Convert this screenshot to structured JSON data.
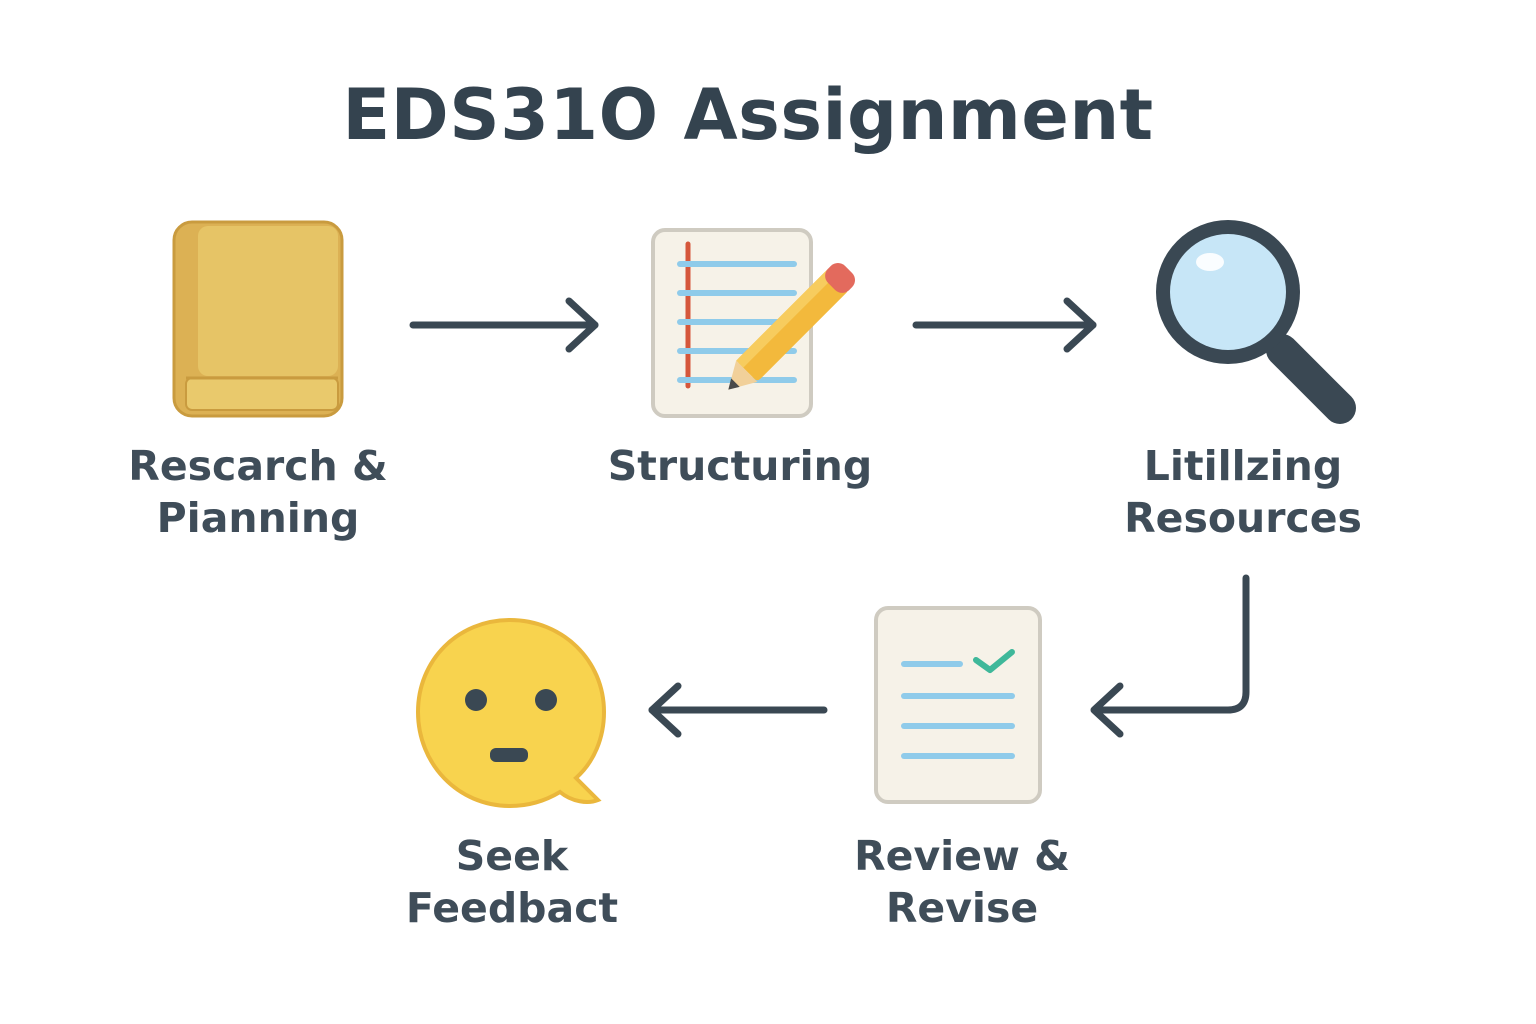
{
  "title": "EDS31O Assignment",
  "steps": [
    {
      "line1": "Rescarch &",
      "line2": "Pianning",
      "icon": "book-icon"
    },
    {
      "line1": "Structuring",
      "icon": "notepad-pencil-icon"
    },
    {
      "line1": "Litillzing",
      "line2": "Resources",
      "icon": "magnifying-glass-icon"
    },
    {
      "line1": "Review &",
      "line2": "Revise",
      "icon": "checklist-document-icon"
    },
    {
      "line1": "Seek",
      "line2": "Feedbact",
      "icon": "speech-bubble-face-icon"
    }
  ],
  "colors": {
    "text": "#3f4d59",
    "arrow": "#3a4853",
    "book": "#e2bd5c",
    "paper": "#f5f1e6",
    "lines": "#8fcbea",
    "lens": "#c7e6f7",
    "face": "#f8d34e",
    "check": "#3fb89a",
    "pencil": "#f3b93c"
  }
}
